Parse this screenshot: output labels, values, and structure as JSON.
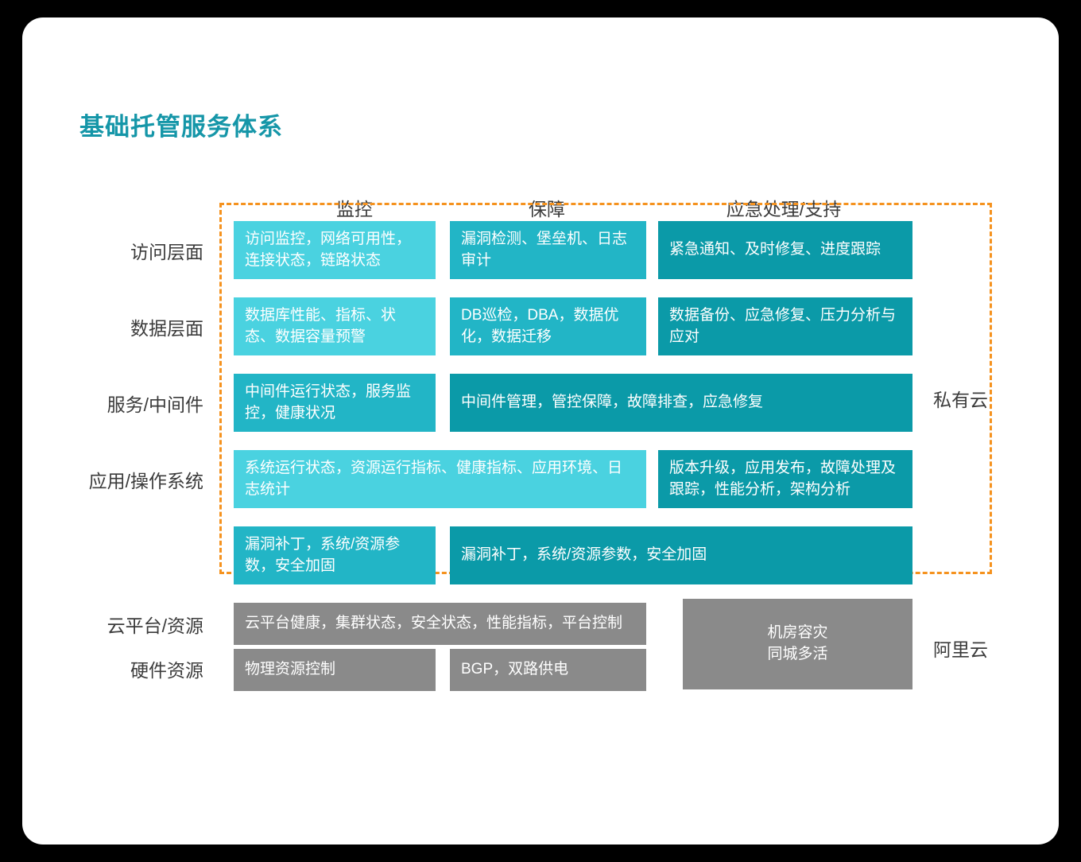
{
  "title": "基础托管服务体系",
  "columns": [
    {
      "label": "监控"
    },
    {
      "label": "保障"
    },
    {
      "label": "应急处理/支持"
    }
  ],
  "rows": [
    {
      "label": "访问层面"
    },
    {
      "label": "数据层面"
    },
    {
      "label": "服务/中间件"
    },
    {
      "label": "应用/操作系统"
    },
    {
      "label": ""
    },
    {
      "label": "云平台/资源"
    },
    {
      "label": "硬件资源"
    }
  ],
  "side_labels": [
    {
      "label": "私有云"
    },
    {
      "label": "阿里云"
    }
  ],
  "cells": [
    {
      "id": "r1c1",
      "text": "访问监控，网络可用性，连接状态，链路状态",
      "color": "#4ad2e0"
    },
    {
      "id": "r1c2",
      "text": "漏洞检测、堡垒机、日志审计",
      "color": "#22b5c6"
    },
    {
      "id": "r1c3",
      "text": "紧急通知、及时修复、进度跟踪",
      "color": "#0b9aa8"
    },
    {
      "id": "r2c1",
      "text": "数据库性能、指标、状态、数据容量预警",
      "color": "#4ad2e0"
    },
    {
      "id": "r2c2",
      "text": "DB巡检，DBA，数据优化，数据迁移",
      "color": "#22b5c6"
    },
    {
      "id": "r2c3",
      "text": "数据备份、应急修复、压力分析与应对",
      "color": "#0b9aa8"
    },
    {
      "id": "r3c1",
      "text": "中间件运行状态，服务监控，健康状况",
      "color": "#22b5c6"
    },
    {
      "id": "r3c23",
      "text": "中间件管理，管控保障，故障排查，应急修复",
      "color": "#0b9aa8"
    },
    {
      "id": "r4c12",
      "text": "系统运行状态，资源运行指标、健康指标、应用环境、日志统计",
      "color": "#4ad2e0"
    },
    {
      "id": "r4c3",
      "text": "版本升级，应用发布，故障处理及跟踪，性能分析，架构分析",
      "color": "#0b9aa8"
    },
    {
      "id": "r5c1",
      "text": "漏洞补丁，系统/资源参数，安全加固",
      "color": "#22b5c6"
    },
    {
      "id": "r5c23",
      "text": "漏洞补丁，系统/资源参数，安全加固",
      "color": "#0b9aa8"
    },
    {
      "id": "r6c12",
      "text": "云平台健康，集群状态，安全状态，性能指标，平台控制",
      "color": "#8a8a8a"
    },
    {
      "id": "r67c3",
      "text": "机房容灾\n同城多活",
      "color": "#8a8a8a"
    },
    {
      "id": "r7c1",
      "text": "物理资源控制",
      "color": "#8a8a8a"
    },
    {
      "id": "r7c2",
      "text": "BGP，双路供电",
      "color": "#8a8a8a"
    }
  ],
  "colors": {
    "title": "#1596a8",
    "light_teal": "#4ad2e0",
    "mid_teal": "#22b5c6",
    "dark_teal": "#0b9aa8",
    "gray": "#8a8a8a",
    "dashed_border": "#f5921e",
    "card_background": "#ffffff",
    "page_background": "#000000"
  }
}
